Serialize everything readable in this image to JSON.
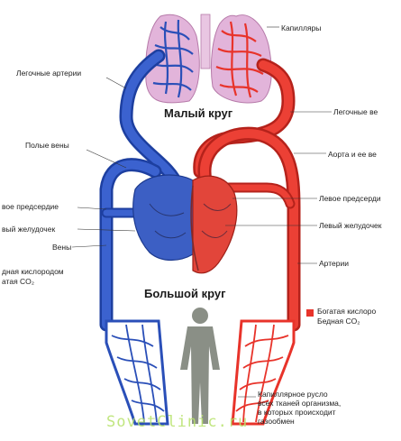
{
  "labels": {
    "capillaries": "Капилляры",
    "pulmonary_arteries": "Легочные артерии",
    "pulmonary_veins": "Легочные ве",
    "small_circle": "Малый круг",
    "vena_cava": "Полые вены",
    "aorta": "Аорта и ее ве",
    "right_atrium": "вое предсердие",
    "left_atrium": "Левое предсерди",
    "right_ventricle": "вый желудочек",
    "left_ventricle": "Левый желудочек",
    "veins": "Вены",
    "big_circle": "Большой круг",
    "arteries": "Артерии",
    "poor_blood_1": "дная кислородом",
    "poor_blood_2": "атая CO₂",
    "legend_rich_1": "Богатая кислоро",
    "legend_rich_2": "Бедная CO₂",
    "capillary_bed_1": "Капиллярное русло",
    "capillary_bed_2": "всех тканей организма,",
    "capillary_bed_3": "в которых происходит",
    "capillary_bed_4": "газообмен",
    "watermark": "SovetClinic.ru"
  },
  "colors": {
    "arterial": "#e8332a",
    "venous": "#2a4fb8",
    "lung": "#d9a6cf",
    "heart_right": "#3c5fc4",
    "heart_left": "#e2453a",
    "body": "#8a8f86",
    "legend_rich": "#e8332a"
  }
}
